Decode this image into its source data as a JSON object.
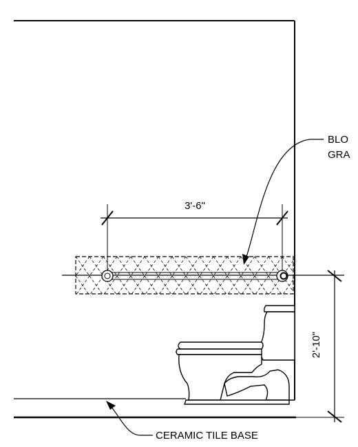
{
  "drawing": {
    "callouts": {
      "blocking_line1": "BLO",
      "blocking_line2": "GRA",
      "tile_base": "CERAMIC TILE BASE"
    },
    "dimensions": {
      "bar_length": "3'-6\"",
      "bar_height": "2'-10\""
    }
  }
}
